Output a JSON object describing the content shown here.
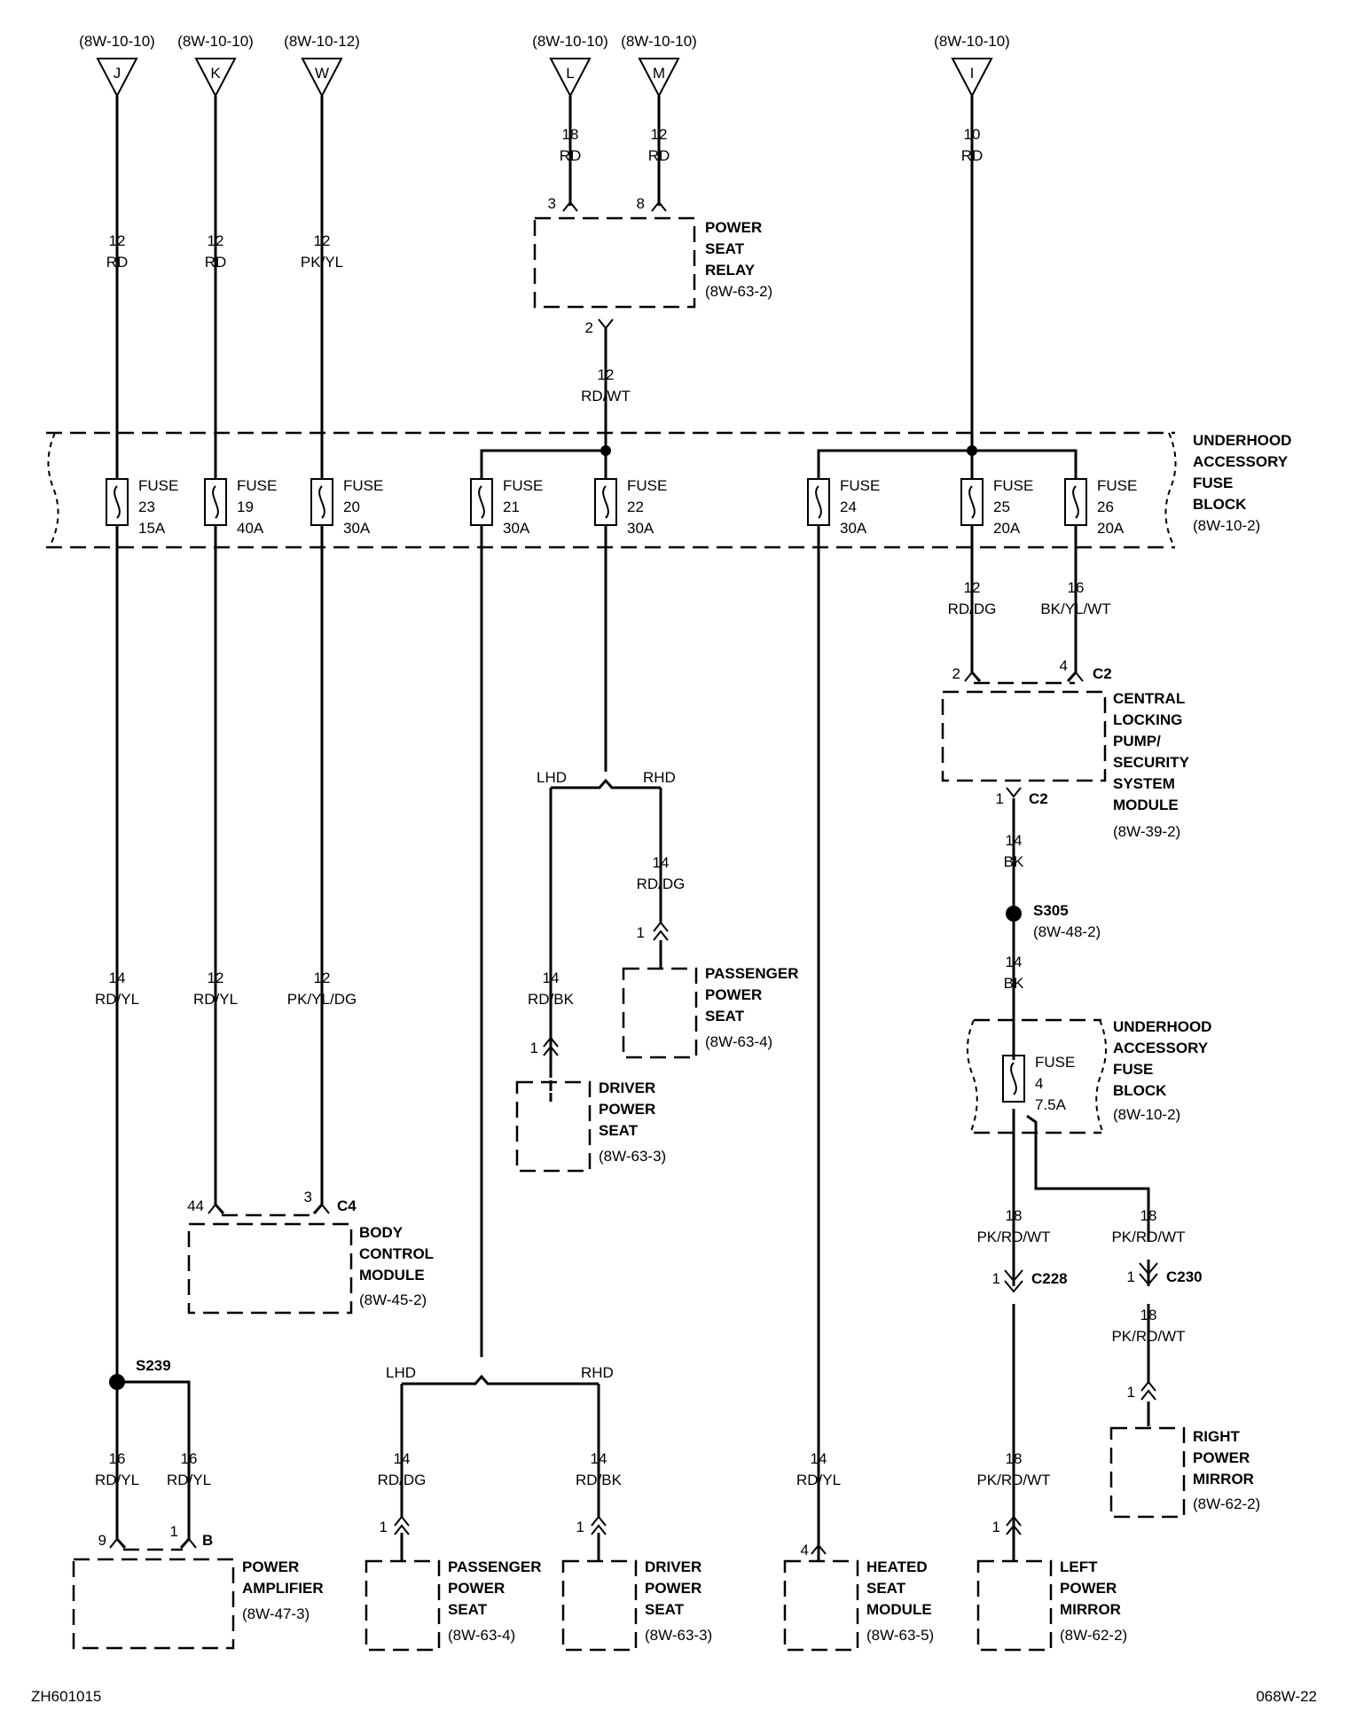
{
  "diagram": {
    "top_feeds": [
      {
        "id": "J",
        "ref": "(8W-10-10)"
      },
      {
        "id": "K",
        "ref": "(8W-10-10)"
      },
      {
        "id": "W",
        "ref": "(8W-10-12)"
      },
      {
        "id": "L",
        "ref": "(8W-10-10)"
      },
      {
        "id": "M",
        "ref": "(8W-10-10)"
      },
      {
        "id": "I",
        "ref": "(8W-10-10)"
      }
    ],
    "wires": [
      {
        "gauge": "18",
        "color": "RD"
      },
      {
        "gauge": "12",
        "color": "RD"
      },
      {
        "gauge": "10",
        "color": "RD"
      },
      {
        "gauge": "12",
        "color": "RD"
      },
      {
        "gauge": "12",
        "color": "RD"
      },
      {
        "gauge": "12",
        "color": "PK/YL"
      },
      {
        "gauge": "12",
        "color": "RD/WT"
      },
      {
        "gauge": "12",
        "color": "RD/DG"
      },
      {
        "gauge": "16",
        "color": "BK/YL/WT"
      },
      {
        "gauge": "14",
        "color": "RD/DG"
      },
      {
        "gauge": "14",
        "color": "BK"
      },
      {
        "gauge": "14",
        "color": "BK"
      },
      {
        "gauge": "14",
        "color": "RD/YL"
      },
      {
        "gauge": "12",
        "color": "RD/YL"
      },
      {
        "gauge": "12",
        "color": "PK/YL/DG"
      },
      {
        "gauge": "14",
        "color": "RD/BK"
      },
      {
        "gauge": "18",
        "color": "PK/RD/WT"
      },
      {
        "gauge": "18",
        "color": "PK/RD/WT"
      },
      {
        "gauge": "18",
        "color": "PK/RD/WT"
      },
      {
        "gauge": "16",
        "color": "RD/YL"
      },
      {
        "gauge": "16",
        "color": "RD/YL"
      },
      {
        "gauge": "14",
        "color": "RD/DG"
      },
      {
        "gauge": "14",
        "color": "RD/BK"
      },
      {
        "gauge": "14",
        "color": "RD/YL"
      },
      {
        "gauge": "18",
        "color": "PK/RD/WT"
      }
    ],
    "fuses": [
      {
        "label": "FUSE",
        "num": "23",
        "amp": "15A"
      },
      {
        "label": "FUSE",
        "num": "19",
        "amp": "40A"
      },
      {
        "label": "FUSE",
        "num": "20",
        "amp": "30A"
      },
      {
        "label": "FUSE",
        "num": "21",
        "amp": "30A"
      },
      {
        "label": "FUSE",
        "num": "22",
        "amp": "30A"
      },
      {
        "label": "FUSE",
        "num": "24",
        "amp": "30A"
      },
      {
        "label": "FUSE",
        "num": "25",
        "amp": "20A"
      },
      {
        "label": "FUSE",
        "num": "26",
        "amp": "20A"
      },
      {
        "label": "FUSE",
        "num": "4",
        "amp": "7.5A"
      }
    ],
    "components": [
      {
        "lines": [
          "POWER",
          "SEAT",
          "RELAY"
        ],
        "ref": "(8W-63-2)"
      },
      {
        "lines": [
          "UNDERHOOD",
          "ACCESSORY",
          "FUSE",
          "BLOCK"
        ],
        "ref": "(8W-10-2)"
      },
      {
        "lines": [
          "CENTRAL",
          "LOCKING",
          "PUMP/",
          "SECURITY",
          "SYSTEM",
          "MODULE"
        ],
        "ref": "(8W-39-2)"
      },
      {
        "lines": [
          "PASSENGER",
          "POWER",
          "SEAT"
        ],
        "ref": "(8W-63-4)"
      },
      {
        "lines": [
          "DRIVER",
          "POWER",
          "SEAT"
        ],
        "ref": "(8W-63-3)"
      },
      {
        "lines": [
          "UNDERHOOD",
          "ACCESSORY",
          "FUSE",
          "BLOCK"
        ],
        "ref": "(8W-10-2)"
      },
      {
        "lines": [
          "BODY",
          "CONTROL",
          "MODULE"
        ],
        "ref": "(8W-45-2)"
      },
      {
        "lines": [
          "RIGHT",
          "POWER",
          "MIRROR"
        ],
        "ref": "(8W-62-2)"
      },
      {
        "lines": [
          "POWER",
          "AMPLIFIER"
        ],
        "ref": "(8W-47-3)"
      },
      {
        "lines": [
          "PASSENGER",
          "POWER",
          "SEAT"
        ],
        "ref": "(8W-63-4)"
      },
      {
        "lines": [
          "DRIVER",
          "POWER",
          "SEAT"
        ],
        "ref": "(8W-63-3)"
      },
      {
        "lines": [
          "HEATED",
          "SEAT",
          "MODULE"
        ],
        "ref": "(8W-63-5)"
      },
      {
        "lines": [
          "LEFT",
          "POWER",
          "MIRROR"
        ],
        "ref": "(8W-62-2)"
      }
    ],
    "pins": [
      "3",
      "8",
      "2",
      "2",
      "4",
      "1",
      "1",
      "1",
      "44",
      "3",
      "1",
      "1",
      "1",
      "9",
      "1",
      "1",
      "4",
      "1"
    ],
    "connectors": [
      "C2",
      "C2",
      "C4",
      "C228",
      "C230",
      "B"
    ],
    "splices": [
      {
        "id": "S305",
        "ref": "(8W-48-2)"
      },
      {
        "id": "S239",
        "ref": ""
      }
    ],
    "options": [
      "LHD",
      "RHD",
      "LHD",
      "RHD"
    ],
    "footer": {
      "left": "ZH601015",
      "right": "068W-22"
    }
  }
}
